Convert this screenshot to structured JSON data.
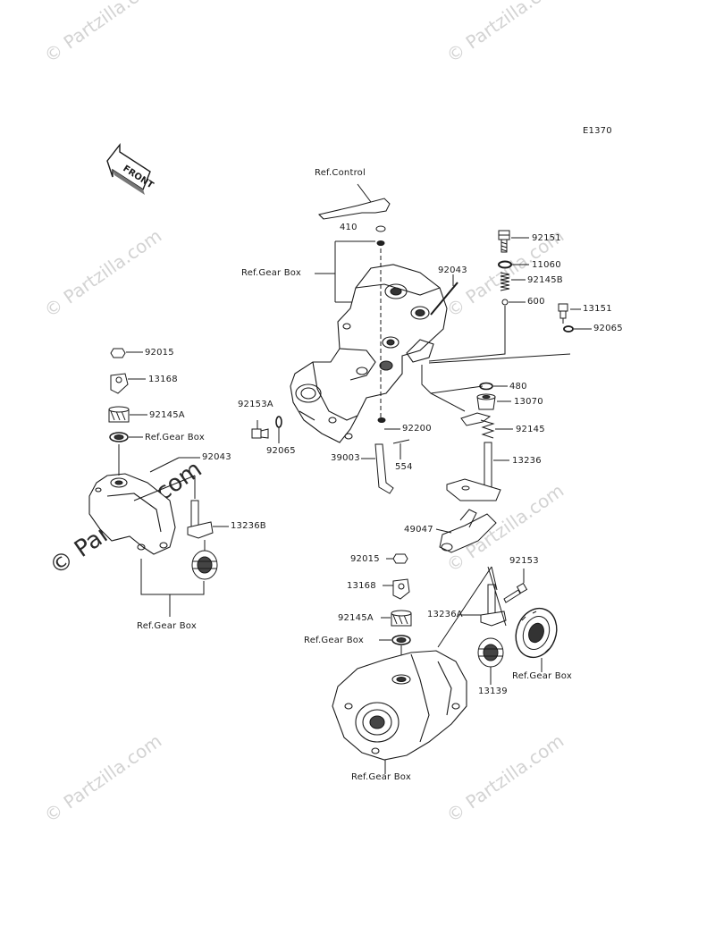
{
  "diagram_code": "E1370",
  "front_arrow_text": "FRONT",
  "watermark": "© Partzilla.com",
  "labels": {
    "ref_control": "Ref.Control",
    "p410": "410",
    "ref_gear_box_top": "Ref.Gear Box",
    "p92043_top": "92043",
    "p92151": "92151",
    "p11060": "11060",
    "p92145b": "92145B",
    "p600": "600",
    "p13151": "13151",
    "p92065_right": "92065",
    "p480": "480",
    "p13070": "13070",
    "p92145": "92145",
    "p13236": "13236",
    "p49047": "49047",
    "p92200": "92200",
    "p39003": "39003",
    "p554": "554",
    "p92153a": "92153A",
    "p92065_mid": "92065",
    "p92015_left": "92015",
    "p13168_left": "13168",
    "p92145a_left": "92145A",
    "ref_gear_box_left1": "Ref.Gear Box",
    "p92043_left": "92043",
    "p13236b": "13236B",
    "ref_gear_box_left2": "Ref.Gear Box",
    "p92015_right": "92015",
    "p13168_right": "13168",
    "p92145a_right": "92145A",
    "ref_gear_box_mid": "Ref.Gear Box",
    "p13236a": "13236A",
    "p92153": "92153",
    "p13139": "13139",
    "ref_gear_box_right": "Ref.Gear Box",
    "ref_gear_box_bottom": "Ref.Gear Box"
  }
}
